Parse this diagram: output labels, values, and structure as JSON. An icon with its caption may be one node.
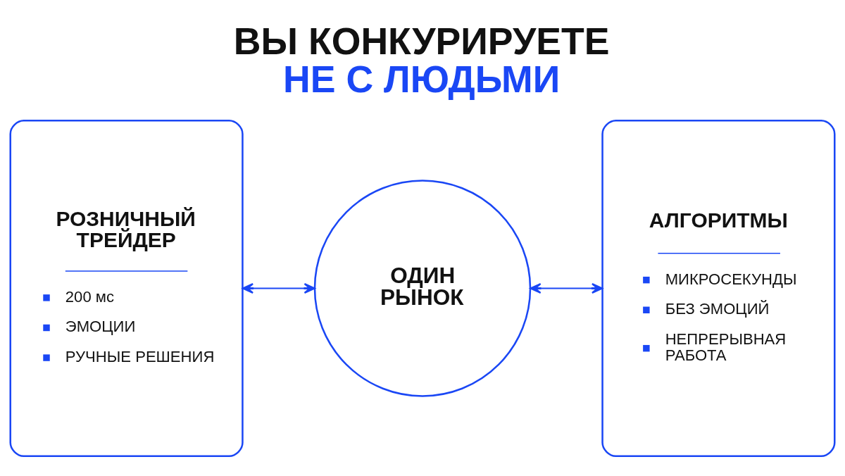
{
  "diagram": {
    "title": "ВЫ КОНКУРИРУЕТЕ НЕ С ЛЮДЬМИ",
    "nodes": [
      {
        "text": [
          "РОЗНИЧНЫЙ ТРЕЙДЕР",
          "200 мс",
          "ЭМОЦИИ",
          "РУЧНЫЕ РЕШЕНИЯ"
        ]
      },
      {
        "text": [
          "ОДИН РЫНОК"
        ]
      },
      {
        "text": [
          "АЛГОРИТМЫ",
          "МИКРОСЕКУНДЫ",
          "БЕЗ ЭМОЦИЙ",
          "НЕПРЕРЫВНАЯ РАБОТА"
        ]
      }
    ],
    "edges": [
      {
        "from": 0,
        "to": 1,
        "arrow": "both"
      },
      {
        "from": 1,
        "to": 2,
        "arrow": "both"
      }
    ]
  }
}
